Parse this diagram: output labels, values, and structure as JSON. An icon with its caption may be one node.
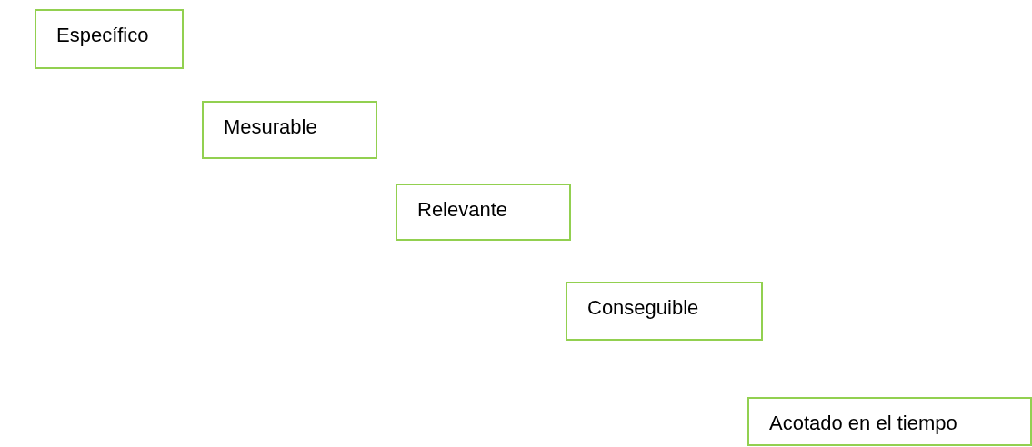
{
  "diagram": {
    "nodes": [
      {
        "text": [
          "Específico"
        ]
      },
      {
        "text": [
          "Mesurable"
        ]
      },
      {
        "text": [
          "Relevante"
        ]
      },
      {
        "text": [
          "Conseguible"
        ]
      },
      {
        "text": [
          "Acotado en el tiempo"
        ]
      }
    ]
  }
}
